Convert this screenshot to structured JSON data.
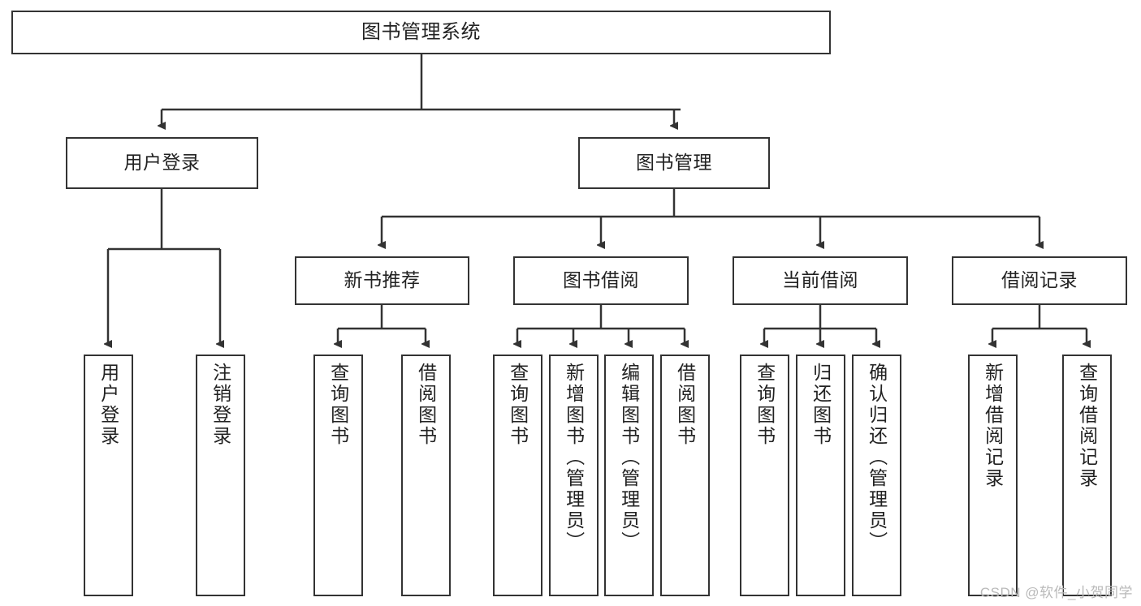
{
  "diagram": {
    "type": "tree-hierarchy",
    "title": "图书管理系统",
    "watermark": "CSDN @软件_小贺同学",
    "colors": {
      "node_border": "#333333",
      "node_fill": "#ffffff",
      "edge": "#333333",
      "text": "#222222",
      "watermark": "#b9b9b9"
    },
    "levels": {
      "level1": [
        {
          "id": "root",
          "label": "图书管理系统",
          "orientation": "horizontal"
        }
      ],
      "level2": [
        {
          "id": "user-login",
          "label": "用户登录",
          "orientation": "horizontal"
        },
        {
          "id": "book-manage",
          "label": "图书管理",
          "orientation": "horizontal"
        }
      ],
      "level3": [
        {
          "id": "new-book-recommend",
          "label": "新书推荐",
          "orientation": "horizontal",
          "parent": "book-manage"
        },
        {
          "id": "book-borrow",
          "label": "图书借阅",
          "orientation": "horizontal",
          "parent": "book-manage"
        },
        {
          "id": "current-borrow",
          "label": "当前借阅",
          "orientation": "horizontal",
          "parent": "book-manage"
        },
        {
          "id": "borrow-record",
          "label": "借阅记录",
          "orientation": "horizontal",
          "parent": "book-manage"
        }
      ],
      "level4": [
        {
          "id": "leaf-user-login",
          "label": "用户登录",
          "orientation": "vertical",
          "parent": "user-login"
        },
        {
          "id": "leaf-logout",
          "label": "注销登录",
          "orientation": "vertical",
          "parent": "user-login"
        },
        {
          "id": "leaf-query-book-1",
          "label": "查询图书",
          "orientation": "vertical",
          "parent": "new-book-recommend"
        },
        {
          "id": "leaf-borrow-book-1",
          "label": "借阅图书",
          "orientation": "vertical",
          "parent": "new-book-recommend"
        },
        {
          "id": "leaf-query-book-2",
          "label": "查询图书",
          "orientation": "vertical",
          "parent": "book-borrow"
        },
        {
          "id": "leaf-add-book",
          "label": "新增图书（管理员）",
          "orientation": "vertical",
          "parent": "book-borrow"
        },
        {
          "id": "leaf-edit-book",
          "label": "编辑图书（管理员）",
          "orientation": "vertical",
          "parent": "book-borrow"
        },
        {
          "id": "leaf-borrow-book-2",
          "label": "借阅图书",
          "orientation": "vertical",
          "parent": "book-borrow"
        },
        {
          "id": "leaf-query-book-3",
          "label": "查询图书",
          "orientation": "vertical",
          "parent": "current-borrow"
        },
        {
          "id": "leaf-return-book",
          "label": "归还图书",
          "orientation": "vertical",
          "parent": "current-borrow"
        },
        {
          "id": "leaf-confirm-return",
          "label": "确认归还（管理员）",
          "orientation": "vertical",
          "parent": "current-borrow"
        },
        {
          "id": "leaf-add-record",
          "label": "新增借阅记录",
          "orientation": "vertical",
          "parent": "borrow-record"
        },
        {
          "id": "leaf-query-record",
          "label": "查询借阅记录",
          "orientation": "vertical",
          "parent": "borrow-record"
        }
      ]
    }
  }
}
